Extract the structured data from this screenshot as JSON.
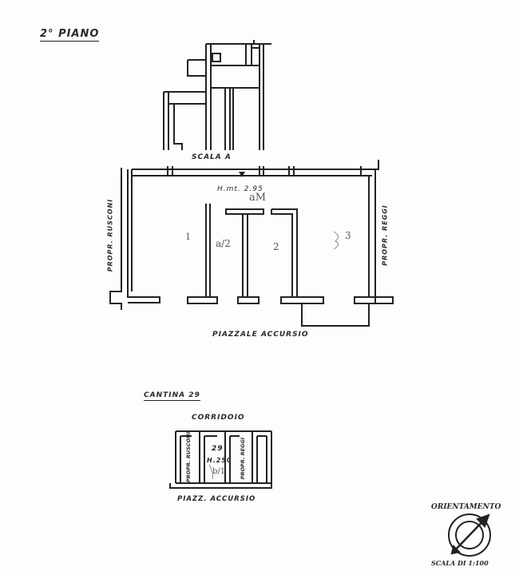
{
  "floor_title": "2° PIANO",
  "stair_label": "SCALA A",
  "height_label": "H.mt. 2.95",
  "pencil_notes": {
    "top": "aM",
    "room1": "1",
    "room2": "a/2",
    "room3": "2",
    "room4": "3",
    "cellar": "b/1"
  },
  "left_neighbor": "PROPR. RUSCONI",
  "right_neighbor": "PROPR. REGGI",
  "street_label": "PIAZZALE ACCURSIO",
  "cellar": {
    "title": "CANTINA 29",
    "corridor": "CORRIDOIO",
    "number": "29",
    "height": "H.250",
    "left_neighbor": "PROPR. RUSCONI",
    "right_neighbor": "PROPR. REGGI",
    "street": "PIAZZ. ACCURSIO"
  },
  "orientation_label": "ORIENTAMENTO",
  "scale_label": "SCALA DI 1:100",
  "colors": {
    "ink": "#222222",
    "pencil": "#777777",
    "paper": "#fdfdfb"
  }
}
